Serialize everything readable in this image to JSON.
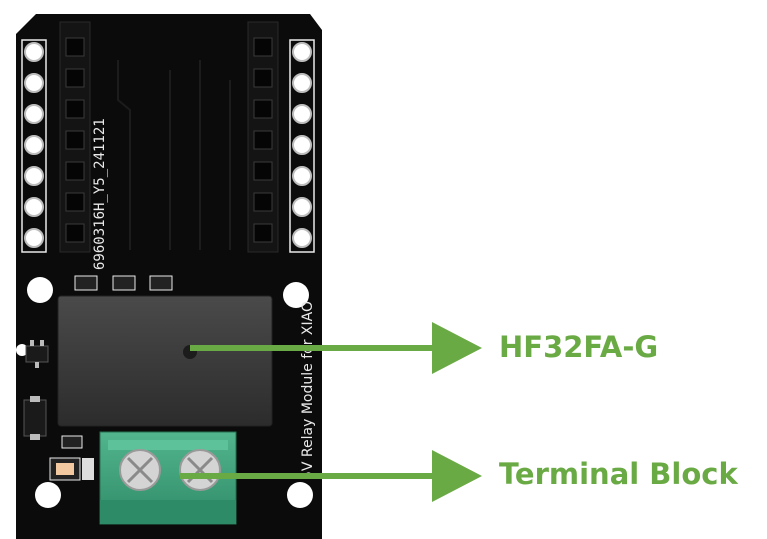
{
  "colors": {
    "board": "#0b0b0b",
    "silkscreen": "#e9e9e9",
    "relay_body": "#3a3a3a",
    "terminal_block": "#3fa57f",
    "screw": "#d4d4d4",
    "callout": "#6aaa44",
    "background": "#ffffff"
  },
  "board": {
    "serial_text": "6960316H_Y5_241121",
    "title_text": "5V Relay Module for XIAO"
  },
  "callouts": [
    {
      "label": "HF32FA-G"
    },
    {
      "label": "Terminal Block"
    }
  ]
}
